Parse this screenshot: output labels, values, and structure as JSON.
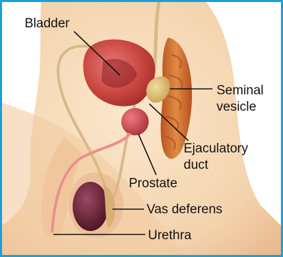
{
  "labels": {
    "bladder": "Bladder",
    "seminal_vesicle_line1": "Seminal",
    "seminal_vesicle_line2": "vesicle",
    "ejaculatory_duct_line1": "Ejaculatory",
    "ejaculatory_duct_line2": "duct",
    "prostate": "Prostate",
    "vas_deferens": "Vas deferens",
    "urethra": "Urethra"
  },
  "colors": {
    "frame": "#1aa0d8",
    "skin": "#f6d9b6",
    "bladder": "#c8453e",
    "prostate": "#c84049",
    "rectum": "#d4732f",
    "seminal_vesicle": "#e1c27a",
    "testis": "#6b2233",
    "duct": "#d7b98a"
  }
}
